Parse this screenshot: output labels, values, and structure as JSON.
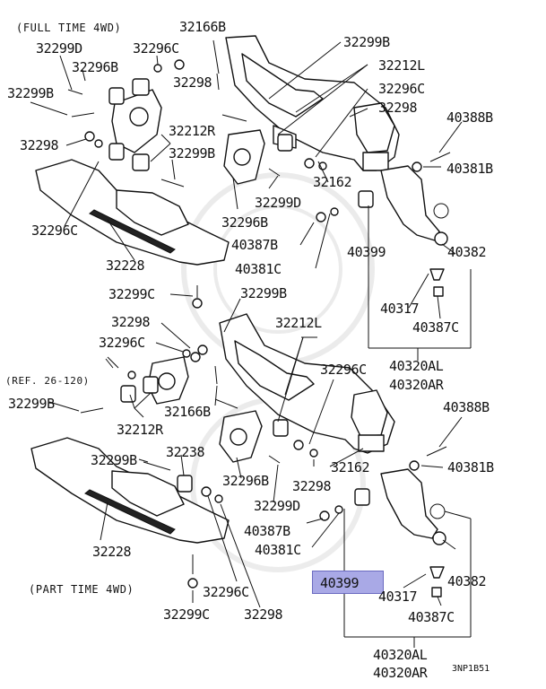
{
  "captions": {
    "full_time": "(FULL TIME 4WD)",
    "part_time": "(PART TIME 4WD)",
    "ref": "(REF. 26-120)",
    "code": "3NP1B51"
  },
  "labels": {
    "a_32166B": "32166B",
    "a_32299D": "32299D",
    "a_32296C": "32296C",
    "a_32296B": "32296B",
    "a_32299B_top": "32299B",
    "a_32212L": "32212L",
    "a_32296C_r": "32296C",
    "a_32298_r": "32298",
    "a_32299B_l": "32299B",
    "a_32298_m": "32298",
    "a_32212R": "32212R",
    "a_32298_l": "32298",
    "a_32299B_m": "32299B",
    "a_32162": "32162",
    "a_32299D_b": "32299D",
    "a_32296B_b": "32296B",
    "a_32296C_b": "32296C",
    "a_32228": "32228",
    "a_40388B": "40388B",
    "a_40381B": "40381B",
    "a_40387B": "40387B",
    "a_40399": "40399",
    "a_40382": "40382",
    "a_40381C": "40381C",
    "a_40317": "40317",
    "a_40387C": "40387C",
    "a_40320AL": "40320AL",
    "a_40320AR": "40320AR",
    "b_32299C": "32299C",
    "b_32299B_top": "32299B",
    "b_32298": "32298",
    "b_32212L": "32212L",
    "b_32296C": "32296C",
    "b_32299B_l": "32299B",
    "b_32166B": "32166B",
    "b_32296C_r": "32296C",
    "b_32212R": "32212R",
    "b_32238": "32238",
    "b_32299B_m": "32299B",
    "b_32162": "32162",
    "b_32296B": "32296B",
    "b_32298_m": "32298",
    "b_32299D": "32299D",
    "b_40387B": "40387B",
    "b_40381C": "40381C",
    "b_32228": "32228",
    "b_40388B": "40388B",
    "b_40381B": "40381B",
    "b_40399": "40399",
    "b_40382": "40382",
    "b_40317": "40317",
    "b_40387C": "40387C",
    "b_32296C_b": "32296C",
    "b_32298_b": "32298",
    "b_32299C_b": "32299C",
    "b_40320AL": "40320AL",
    "b_40320AR": "40320AR"
  },
  "highlight": {
    "part_number": "40399",
    "color": "#a9a9e6"
  }
}
